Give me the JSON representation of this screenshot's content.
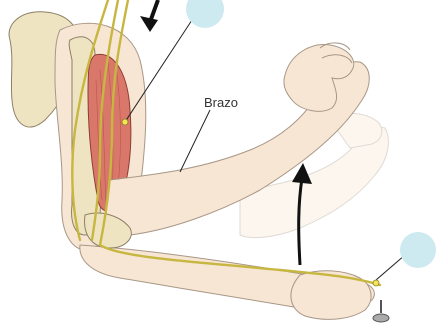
{
  "diagram": {
    "labels": {
      "arm": "Brazo"
    },
    "colors": {
      "skin": "#f7e6d3",
      "skin_stroke": "#a89787",
      "bone": "#efe4c2",
      "muscle": "#d9786a",
      "nerve": "#c7b640",
      "marker": "#cdeaf0",
      "arrow": "#111111"
    },
    "icons": [
      "upper-marker-circle",
      "lower-marker-circle",
      "motion-arrow-icon",
      "descending-arrow-icon",
      "pin-icon"
    ]
  }
}
